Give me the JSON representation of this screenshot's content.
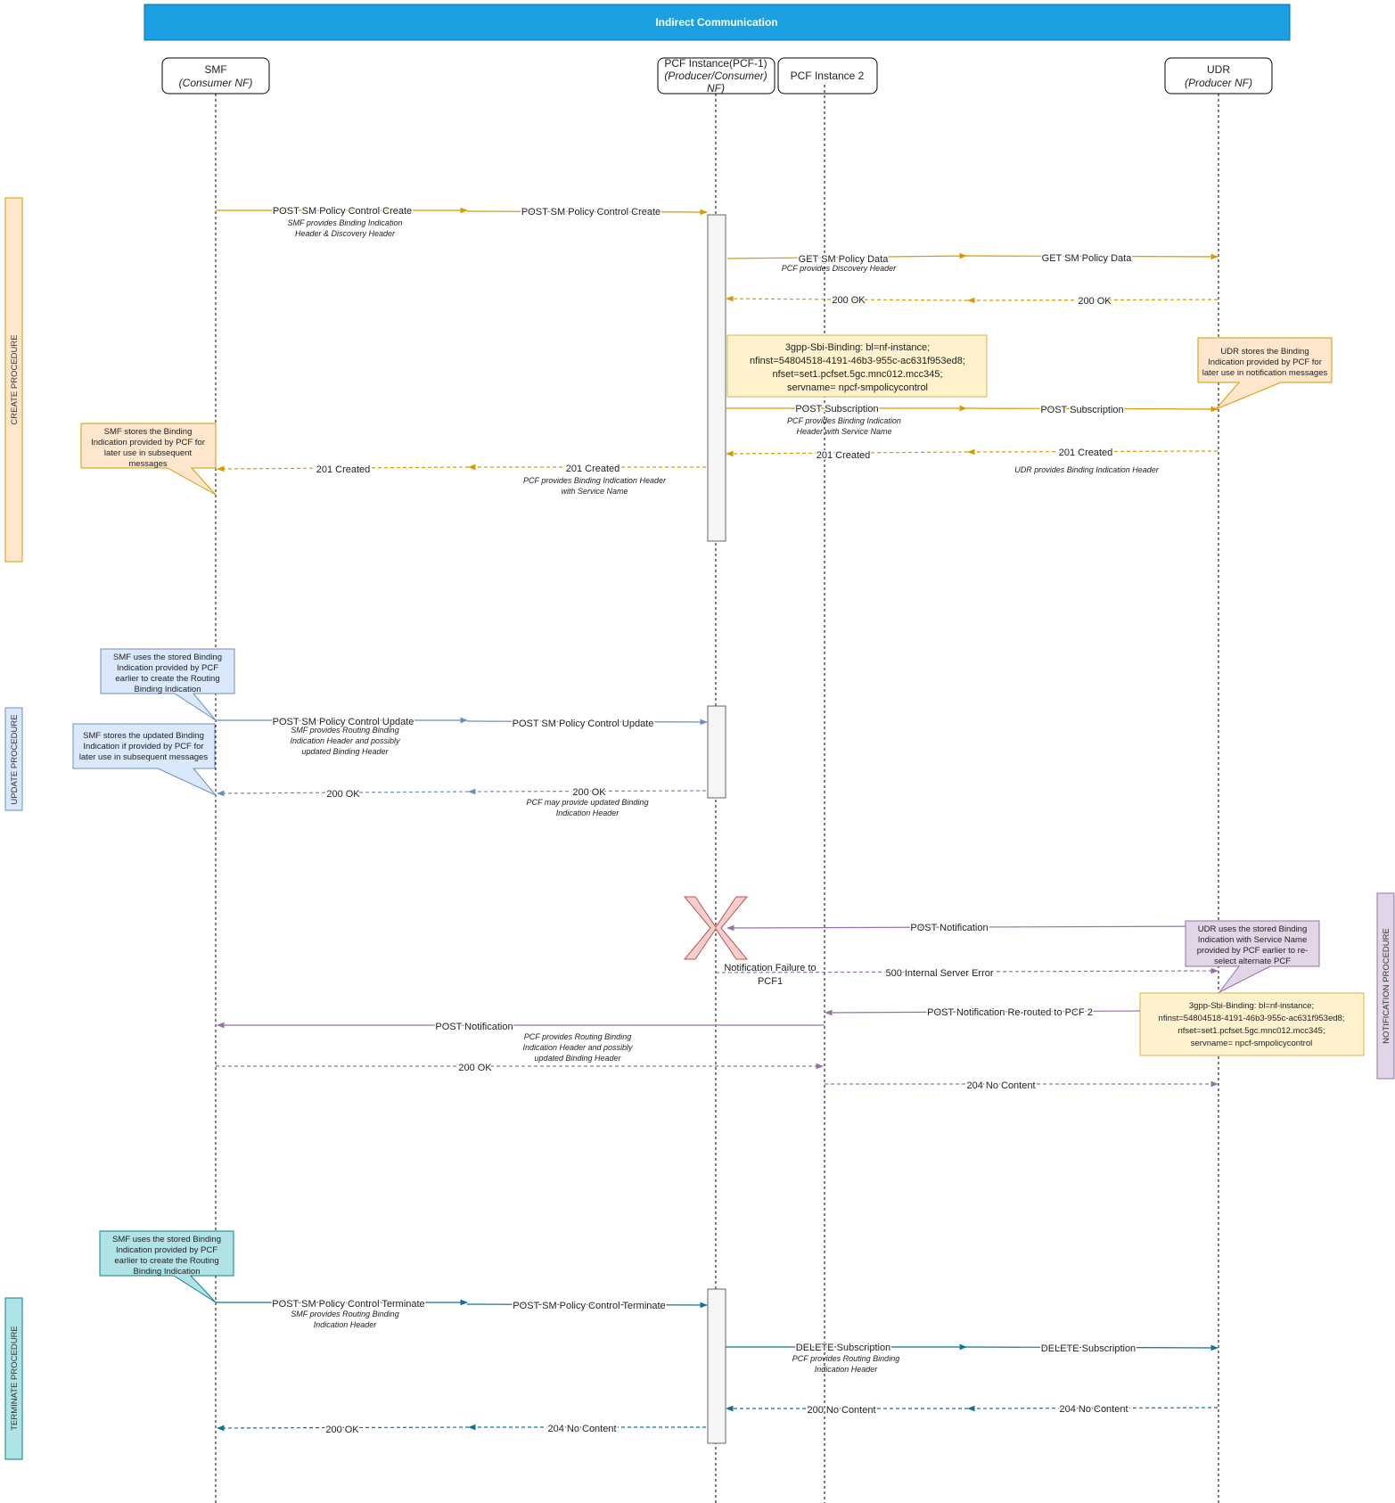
{
  "title": "Indirect Communication",
  "participants": {
    "smf": {
      "name": "SMF",
      "role": "(Consumer NF)"
    },
    "pcf1": {
      "name": "PCF Instance(PCF-1)",
      "role1": "(Producer/Consumer)",
      "role2": "NF)"
    },
    "pcf2": {
      "name": "PCF Instance 2"
    },
    "udr": {
      "name": "UDR",
      "role": "(Producer NF)"
    }
  },
  "phases": {
    "create": "CREATE PROCEDURE",
    "update": "UPDATE PROCEDURE",
    "notification": "NOTIFICATION PROCEDURE",
    "terminate": "TERMINATE PROCEDURE"
  },
  "colors": {
    "title_bar": "#1ba1e2",
    "create": "#d79b00",
    "update": "#6c8ebf",
    "notification": "#9673a6",
    "terminate": "#10739e",
    "note_orange": "#ffe6cc",
    "note_blue": "#dae8fc",
    "note_yellow": "#fff2cc",
    "note_purple": "#e1d5e7",
    "note_teal": "#b0e3e6",
    "fail_x": "#f8cecc"
  },
  "messages": {
    "c1": "POST SM Policy Control Create",
    "c1_sub1": "SMF provides Binding Indication",
    "c1_sub2": "Header & Discovery Header",
    "c2": "POST SM Policy Control Create",
    "c3": "GET SM Policy Data",
    "c3_sub": "PCF provides Discovery Header",
    "c4": "GET SM Policy Data",
    "c5": "200 OK",
    "c6": "200 OK",
    "c7": "POST Subscription",
    "c7_sub1": "PCF provides Binding Indication",
    "c7_sub2": "Header  with Service Name",
    "c8": "POST Subscription",
    "c9": "201 Created",
    "c10": "201 Created",
    "c10_sub": "UDR provides Binding Indication Header",
    "c11": "201 Created",
    "c11_sub1": "PCF provides Binding Indication Header",
    "c11_sub2": "with Service Name",
    "c12": "201 Created",
    "u1": "POST SM Policy Control Update",
    "u1_sub1": "SMF provides Routing Binding",
    "u1_sub2": "Indication Header and possibly",
    "u1_sub3": "updated Binding Header",
    "u2": "POST SM Policy Control Update",
    "u3": "200 OK",
    "u3_sub1": "PCF may provide updated Binding",
    "u3_sub2": "Indication Header",
    "u4": "200 OK",
    "n1": "POST Notification",
    "n_fail1": "Notification Failure to",
    "n_fail2": "PCF1",
    "n2": "500 Internal Server Error",
    "n3": "POST Notification Re-routed to PCF 2",
    "n4": "POST Notification",
    "n4_sub1": "PCF provides Routing Binding",
    "n4_sub2": "Indication Header and possibly",
    "n4_sub3": "updated Binding Header",
    "n5": "200 OK",
    "n6": "204 No Content",
    "t1": "POST SM Policy Control Terminate",
    "t1_sub1": "SMF provides Routing Binding",
    "t1_sub2": "Indication Header",
    "t2": "POST SM Policy Control Terminate",
    "t3": "DELETE Subscription",
    "t3_sub1": "PCF provides Routing Binding",
    "t3_sub2": "Indication Header",
    "t4": "DELETE Subscription",
    "t5": "204 No Content",
    "t6": "200 No Content",
    "t7": "204 No Content",
    "t8": "200 OK"
  },
  "notes": {
    "binding": [
      "3gpp-Sbi-Binding: bl=nf-instance;",
      "nfinst=54804518-4191-46b3-955c-ac631f953ed8;",
      "nfset=set1.pcfset.5gc.mnc012.mcc345;",
      "servname= npcf-smpolicycontrol"
    ],
    "udr_stores": [
      "UDR stores the Binding",
      "Indication provided by PCF for",
      "later use in notification messages"
    ],
    "smf_stores": [
      "SMF stores the Binding",
      "Indication provided by PCF for",
      "later use in subsequent",
      "messages"
    ],
    "smf_uses": [
      "SMF uses the stored Binding",
      "Indication provided by PCF",
      "earlier to create the Routing",
      "Binding Indication"
    ],
    "smf_updated": [
      "SMF stores the updated Binding",
      "Indication if provided by PCF for",
      "later use in subsequent messages"
    ],
    "udr_uses": [
      "UDR uses the stored Binding",
      "Indication with Service Name",
      "provided by PCF earlier to re-",
      "select alternate PCF"
    ],
    "binding2": [
      "3gpp-Sbi-Binding: bl=nf-instance;",
      "nfinst=54804518-4191-46b3-955c-ac631f953ed8;",
      "nfset=set1.pcfset.5gc.mnc012.mcc345;",
      "servname= npcf-smpolicycontrol"
    ],
    "smf_uses_t": [
      "SMF uses the stored Binding",
      "Indication provided by PCF",
      "earlier to create the Routing",
      "Binding Indication"
    ]
  }
}
